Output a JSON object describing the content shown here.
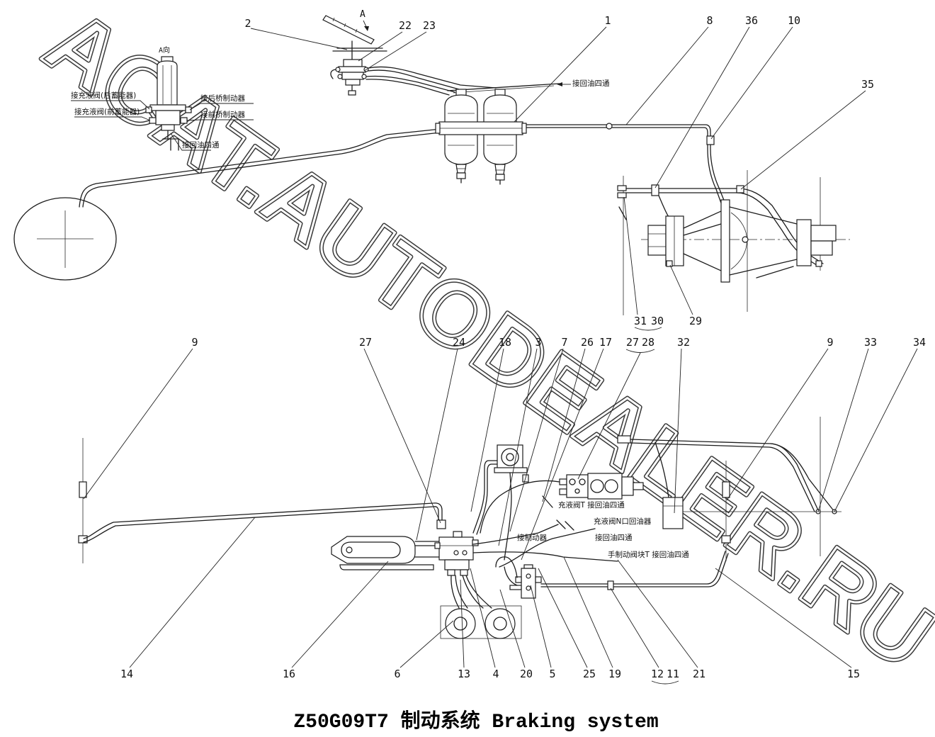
{
  "title": "Z50G09T7 制动系统 Braking system",
  "watermark": "ACAT.AUTODEALER.RU",
  "view_marker": "A",
  "view_a_label": "A向",
  "annotations": {
    "rear_accumulator": "接充液阀(后蓄能器)",
    "front_accumulator": "接充液阀(前蓄能器)",
    "rear_axle_brake": "接后桥制动器",
    "front_axle_brake": "接前桥制动器",
    "return_tee_left": "接回油四通",
    "return_tee_top": "接回油四通",
    "charging_valve_t": "充液阀T 接回油四通",
    "charging_valve_n": "充液阀N口回油器",
    "to_brake": "接制动器",
    "return_tee_bottom": "接回油四通",
    "hand_brake_valve_t": "手制动阀块T 接回油四通"
  },
  "callouts": {
    "top": [
      "2",
      "22",
      "23",
      "1",
      "8",
      "36",
      "10",
      "35",
      "31",
      "30",
      "29"
    ],
    "bottom_upper": [
      "9",
      "27",
      "24",
      "18",
      "3",
      "7",
      "26",
      "17",
      "27",
      "28",
      "32",
      "9",
      "33",
      "34"
    ],
    "bottom_lower": [
      "14",
      "16",
      "6",
      "13",
      "4",
      "20",
      "5",
      "25",
      "19",
      "12",
      "11",
      "21",
      "15"
    ]
  }
}
